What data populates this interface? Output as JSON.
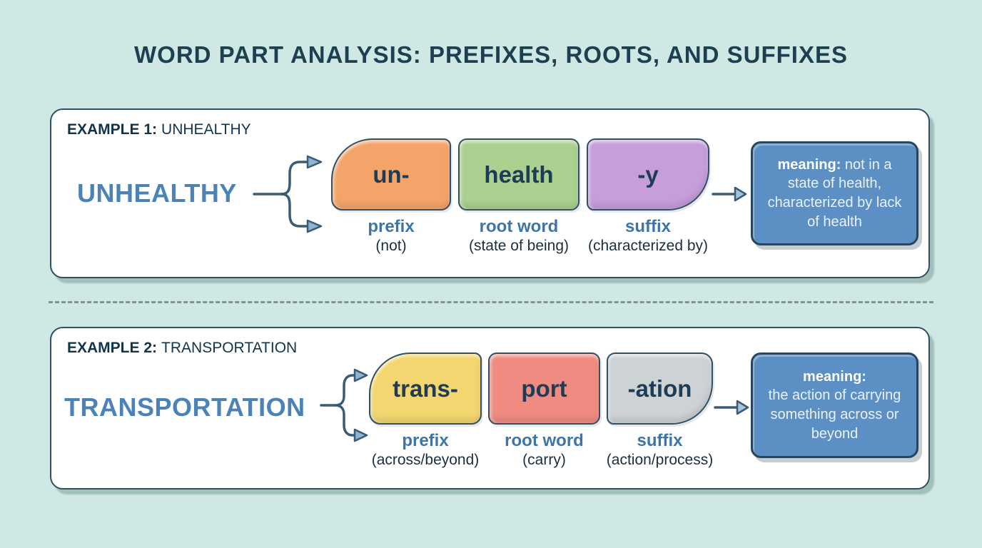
{
  "title": "WORD PART ANALYSIS: PREFIXES, ROOTS, AND SUFFIXES",
  "colors": {
    "background": "#cfe8e4",
    "panel_border": "#2f4f66",
    "title_text": "#1d3f52",
    "word_blue": "#4c82b6",
    "role_label_blue": "#3f75a6",
    "dark_text": "#1c3950",
    "meaning_fill": "#5c8fc3",
    "meaning_border": "#27455e",
    "prefix1_fill": "#f5a469",
    "root1_fill": "#abd08f",
    "suffix1_fill": "#c59edb",
    "prefix2_fill": "#f3d66f",
    "root2_fill": "#ef8b80",
    "suffix2_fill": "#cdd2d5"
  },
  "examples": [
    {
      "header_prefix": "EXAMPLE 1:",
      "header_word": "UNHEALTHY",
      "word": "UNHEALTHY",
      "parts": [
        {
          "text": "un-",
          "role": "prefix",
          "gloss": "(not)",
          "fill": "#f5a469"
        },
        {
          "text": "health",
          "role": "root word",
          "gloss": "(state of being)",
          "fill": "#abd08f"
        },
        {
          "text": "-y",
          "role": "suffix",
          "gloss": "(characterized by)",
          "fill": "#c59edb"
        }
      ],
      "meaning_label": "meaning:",
      "meaning_text": "not in a state of health, characterized by lack of health"
    },
    {
      "header_prefix": "EXAMPLE 2:",
      "header_word": "TRANSPORTATION",
      "word": "TRANSPORTATION",
      "parts": [
        {
          "text": "trans-",
          "role": "prefix",
          "gloss": "(across/beyond)",
          "fill": "#f3d66f"
        },
        {
          "text": "port",
          "role": "root word",
          "gloss": "(carry)",
          "fill": "#ef8b80"
        },
        {
          "text": "-ation",
          "role": "suffix",
          "gloss": "(action/process)",
          "fill": "#cdd2d5"
        }
      ],
      "meaning_label": "meaning:",
      "meaning_text": "the action of carrying something across or beyond"
    }
  ]
}
